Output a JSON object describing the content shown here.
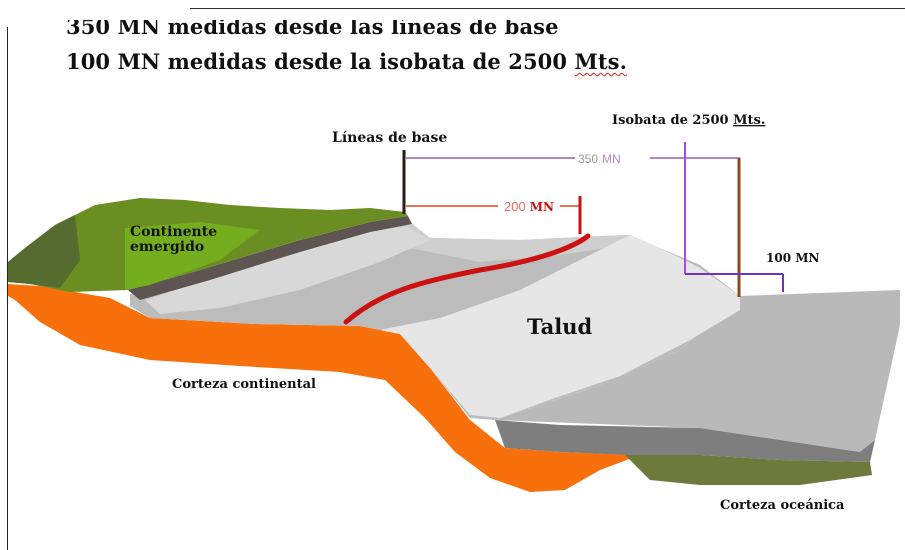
{
  "header": {
    "line1": "350 MN medidas desde las líneas de base",
    "line2_prefix": "100 MN medidas desde la isobata de 2500 ",
    "line2_suffix": "Mts."
  },
  "labels": {
    "baselines": "Líneas de base",
    "isobath_prefix": "Isobata de 2500 ",
    "isobath_suffix": "Mts.",
    "nm350_value": "350",
    "nm350_unit": "MN",
    "nm200_value": "200",
    "nm200_unit": "MN",
    "nm100": "100 MN",
    "land_line1": "Continente",
    "land_line2": "emergido",
    "slope": "Talud",
    "continental_crust": "Corteza continental",
    "oceanic_crust": "Corteza oceánica"
  },
  "colors": {
    "land_green": "#6b8e23",
    "continental_crust": "#f7700c",
    "oceanic_crust": "#6c7a3c",
    "shelf_gray": "#b8b8b8",
    "slope_light": "#e2e2e2",
    "line_350": "#b088c8",
    "line_200": "#e87058",
    "shelf_break_line": "#cc1111",
    "isobath_line": "#a050e0",
    "baseline_marker": "#2a1a10",
    "isobath_marker": "#8a4a20",
    "nm100_line": "#7030c0"
  }
}
